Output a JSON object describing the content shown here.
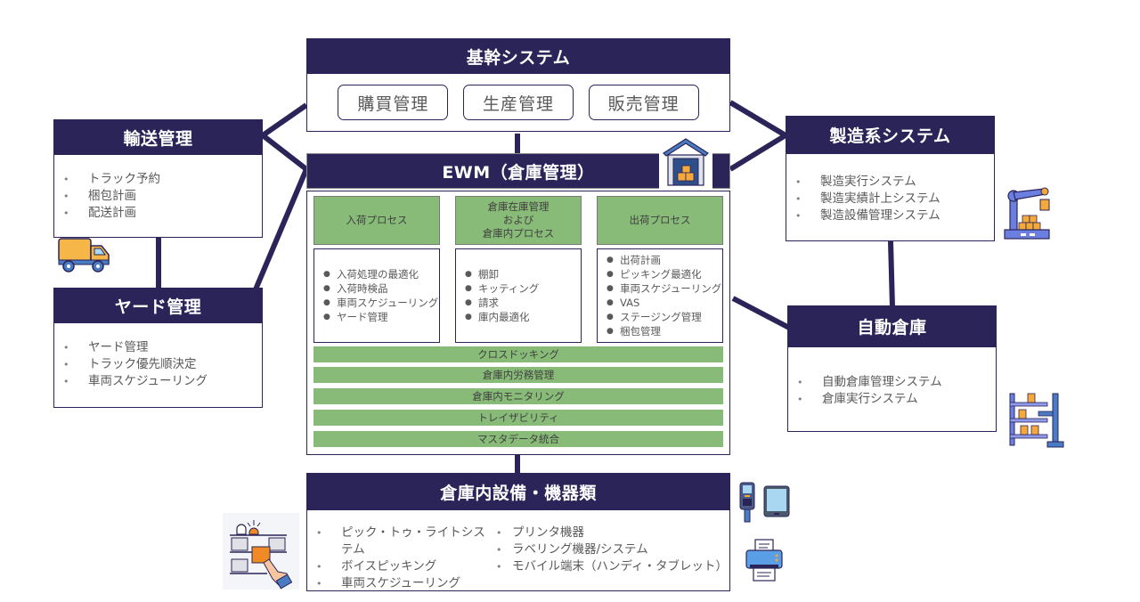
{
  "colors": {
    "header_bg": "#2b2458",
    "header_text": "#ffffff",
    "connector": "#2b2458",
    "process_green": "#88bb78",
    "body_text": "#595959"
  },
  "core_system": {
    "title": "基幹システム",
    "modules": [
      "購買管理",
      "生産管理",
      "販売管理"
    ]
  },
  "transport": {
    "title": "輸送管理",
    "items": [
      "トラック予約",
      "梱包計画",
      "配送計画"
    ],
    "icon": "truck-icon"
  },
  "yard": {
    "title": "ヤード管理",
    "items": [
      "ヤード管理",
      "トラック優先順決定",
      "車両スケジューリング"
    ]
  },
  "manufacturing": {
    "title": "製造系システム",
    "items": [
      "製造実行システム",
      "製造実績計上システム",
      "製造設備管理システム"
    ],
    "icon": "robot-arm-icon"
  },
  "automated_warehouse": {
    "title": "自動倉庫",
    "items": [
      "自動倉庫管理システム",
      "倉庫実行システム"
    ],
    "icon": "storage-rack-icon"
  },
  "ewm": {
    "title": "EWM（倉庫管理）",
    "icon": "warehouse-icon",
    "processes": [
      {
        "title_lines": [
          "入荷プロセス"
        ],
        "items": [
          "入荷処理の最適化",
          "入荷時検品",
          "車両スケジューリング",
          "ヤード管理"
        ]
      },
      {
        "title_lines": [
          "倉庫在庫管理",
          "および",
          "倉庫内プロセス"
        ],
        "items": [
          "棚卸",
          "キッティング",
          "請求",
          "庫内最適化"
        ]
      },
      {
        "title_lines": [
          "出荷プロセス"
        ],
        "items": [
          "出荷計画",
          "ピッキング最適化",
          "車両スケジューリング",
          "VAS",
          "ステージング管理",
          "梱包管理"
        ]
      }
    ],
    "bands": [
      "クロスドッキング",
      "倉庫内労務管理",
      "倉庫内モニタリング",
      "トレイザビリティ",
      "マスタデータ統合"
    ]
  },
  "equipment": {
    "title": "倉庫内設備・機器類",
    "col1": [
      "ピック・トゥ・ライトシステム",
      "ボイスピッキング",
      "車両スケジューリング"
    ],
    "col2": [
      "プリンタ機器",
      "ラベリング機器/システム",
      "モバイル端末（ハンディ・タブレット）"
    ],
    "icons": [
      "pick-to-light-icon",
      "handheld-scanner-icon",
      "tablet-icon",
      "printer-icon"
    ]
  },
  "bullet_char": "•",
  "list_bullet_char": "●"
}
